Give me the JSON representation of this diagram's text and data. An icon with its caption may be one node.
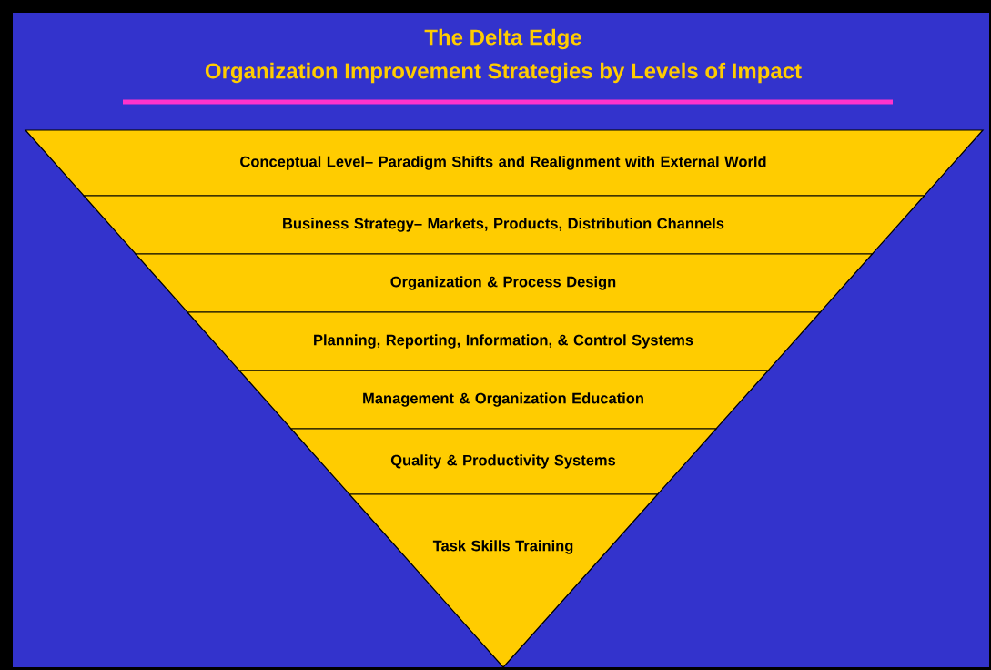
{
  "diagram": {
    "title": "The Delta Edge",
    "labels": [
      "Organization Improvement Strategies by Levels of Impact"
    ],
    "nodes": [
      {
        "text": [
          "Conceptual Level– Paradigm Shifts and Realignment with External World"
        ]
      },
      {
        "text": [
          "Business Strategy– Markets, Products, Distribution Channels"
        ]
      },
      {
        "text": [
          "Organization & Process Design"
        ]
      },
      {
        "text": [
          "Planning, Reporting, Information, & Control Systems"
        ]
      },
      {
        "text": [
          "Management & Organization Education"
        ]
      },
      {
        "text": [
          "Quality & Productivity Systems"
        ]
      },
      {
        "text": [
          "Task Skills Training"
        ]
      }
    ]
  }
}
